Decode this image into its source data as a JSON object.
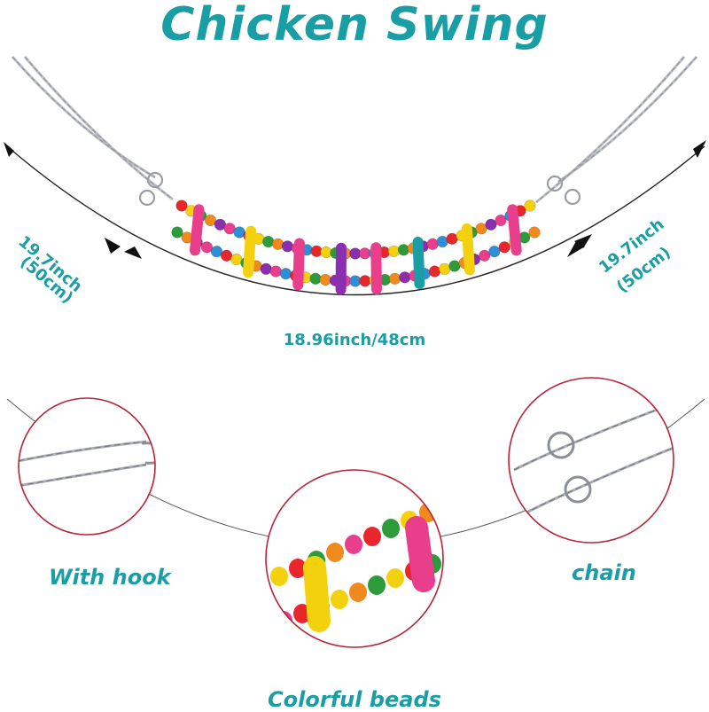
{
  "title": "Chicken Swing",
  "measurements": {
    "left_side_inch": "19.7inch",
    "left_side_cm": "(50cm)",
    "right_side_inch": "19.7inch",
    "right_side_cm": "(50cm)",
    "width": "18.96inch/48cm"
  },
  "callouts": {
    "hook": "With hook",
    "beads": "Colorful beads",
    "chain": "chain"
  },
  "colors": {
    "accent": "#1a9ea6",
    "circle_outline": "#b8233a",
    "arrow": "#111111",
    "chain": "#b9bcc2"
  }
}
